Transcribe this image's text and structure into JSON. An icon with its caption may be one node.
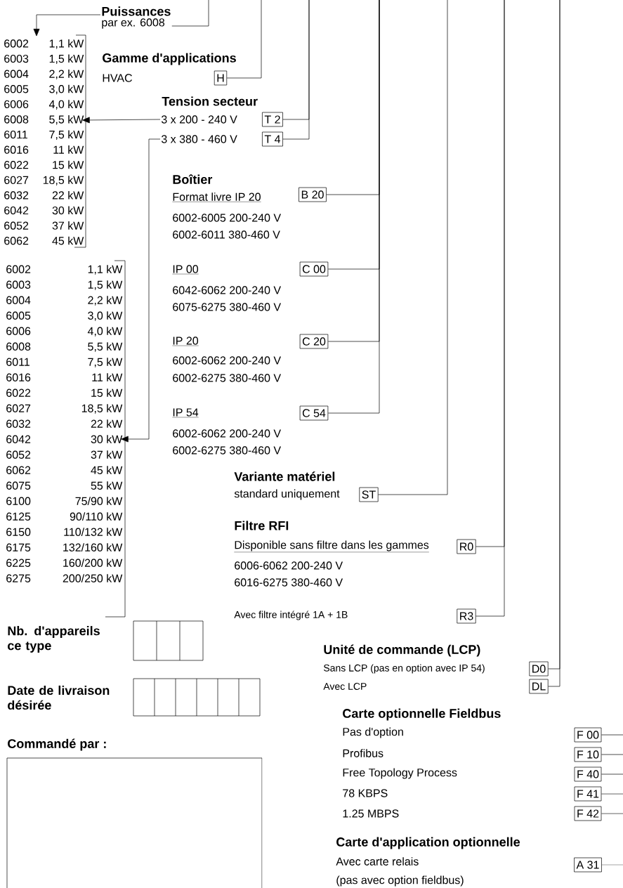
{
  "diagram": {
    "nodes": [
      {
        "text": [
          "Puissances",
          "par ex. 6008"
        ]
      },
      {
        "text": [
          "6002",
          "1,1 kW",
          "6003",
          "1,5 kW",
          "6004",
          "2,2 kW",
          "6005",
          "3,0 kW",
          "6006",
          "4,0 kW",
          "6008",
          "5,5 kW",
          "6011",
          "7,5 kW",
          "6016",
          "11 kW",
          "6022",
          "15 kW",
          "6027",
          "18,5 kW",
          "6032",
          "22 kW",
          "6042",
          "30 kW",
          "6052",
          "37 kW",
          "6062",
          "45 kW"
        ]
      },
      {
        "text": [
          "H"
        ]
      },
      {
        "text": [
          "3 x 200 - 240 V"
        ]
      },
      {
        "text": [
          "T 2"
        ]
      },
      {
        "text": [
          "3 x 380 - 460 V"
        ]
      },
      {
        "text": [
          "T 4"
        ]
      },
      {
        "text": [
          "6002",
          "1,1 kW",
          "6003",
          "1,5 kW",
          "6004",
          "2,2 kW",
          "6005",
          "3,0 kW",
          "6006",
          "4,0 kW",
          "6008",
          "5,5 kW",
          "6011",
          "7,5 kW",
          "6016",
          "11 kW",
          "6022",
          "15 kW",
          "6027",
          "18,5 kW",
          "6032",
          "22 kW",
          "6042",
          "30 kW",
          "6052",
          "37 kW",
          "6062",
          "45 kW",
          "6075",
          "55 kW",
          "6100",
          "75/90 kW",
          "6125",
          "90/110 kW",
          "6150",
          "110/132 kW",
          "6175",
          "132/160 kW",
          "6225",
          "160/200 kW",
          "6275",
          "200/250 kW"
        ]
      },
      {
        "text": [
          "B 20"
        ]
      },
      {
        "text": [
          "C 00"
        ]
      },
      {
        "text": [
          "C 20"
        ]
      },
      {
        "text": [
          "C 54"
        ]
      },
      {
        "text": [
          "ST"
        ]
      },
      {
        "text": [
          "R0"
        ]
      },
      {
        "text": [
          "R3"
        ]
      },
      {
        "text": [
          "D0"
        ]
      },
      {
        "text": [
          "DL"
        ]
      },
      {
        "text": [
          "F 00"
        ]
      },
      {
        "text": [
          "F 10"
        ]
      },
      {
        "text": [
          "F 40"
        ]
      },
      {
        "text": [
          "F 41"
        ]
      },
      {
        "text": [
          "F 42"
        ]
      },
      {
        "text": [
          "A 31"
        ]
      }
    ],
    "edges": [
      {
        "from": 0,
        "to": null,
        "arrow": "none"
      },
      {
        "from": 0,
        "to": 1,
        "arrow": "to"
      },
      {
        "from": 2,
        "to": null,
        "arrow": "none"
      },
      {
        "from": 4,
        "to": null,
        "arrow": "none"
      },
      {
        "from": 6,
        "to": null,
        "arrow": "none"
      },
      {
        "from": 3,
        "to": 1,
        "arrow": "to"
      },
      {
        "from": 5,
        "to": 7,
        "arrow": "to"
      },
      {
        "from": 8,
        "to": null,
        "arrow": "none"
      },
      {
        "from": 9,
        "to": null,
        "arrow": "none"
      },
      {
        "from": 10,
        "to": null,
        "arrow": "none"
      },
      {
        "from": 11,
        "to": null,
        "arrow": "none"
      },
      {
        "from": 12,
        "to": null,
        "arrow": "none"
      },
      {
        "from": 13,
        "to": null,
        "arrow": "none"
      },
      {
        "from": 14,
        "to": null,
        "arrow": "none"
      },
      {
        "from": 15,
        "to": null,
        "arrow": "none"
      },
      {
        "from": 16,
        "to": null,
        "arrow": "none"
      },
      {
        "from": 17,
        "to": null,
        "arrow": "none"
      },
      {
        "from": 18,
        "to": null,
        "arrow": "none"
      },
      {
        "from": 19,
        "to": null,
        "arrow": "none"
      },
      {
        "from": 20,
        "to": null,
        "arrow": "none"
      },
      {
        "from": 21,
        "to": null,
        "arrow": "none"
      },
      {
        "from": 22,
        "to": null,
        "arrow": "none"
      }
    ],
    "labels": [
      "Gamme d'applications",
      "HVAC",
      "Tension secteur",
      "Boîtier",
      "Format livre IP 20",
      "6002-6005 200-240 V",
      "6002-6011 380-460 V",
      "IP 00",
      "6042-6062 200-240 V",
      "6075-6275 380-460 V",
      "IP 20",
      "6002-6062 200-240 V",
      "6002-6275 380-460 V",
      "IP 54",
      "6002-6062 200-240 V",
      "6002-6275 380-460 V",
      "Variante matériel",
      "standard uniquement",
      "Filtre RFI",
      "Disponible sans filtre dans les gammes",
      "6006-6062 200-240 V",
      "6016-6275 380-460 V",
      "Avec filtre intégré 1A + 1B",
      "Nb. d'appareils ce type",
      "Unité de commande (LCP)",
      "Sans LCP (pas en option avec IP 54)",
      "Avec LCP",
      "Date de livraison désirée",
      "Carte optionnelle Fieldbus",
      "Pas d'option",
      "Commandé par :",
      "Profibus",
      "Free Topology Process",
      "78 KBPS",
      "1.25 MBPS",
      "Carte d'application optionnelle",
      "Avec carte relais",
      "(pas avec option fieldbus)"
    ]
  }
}
